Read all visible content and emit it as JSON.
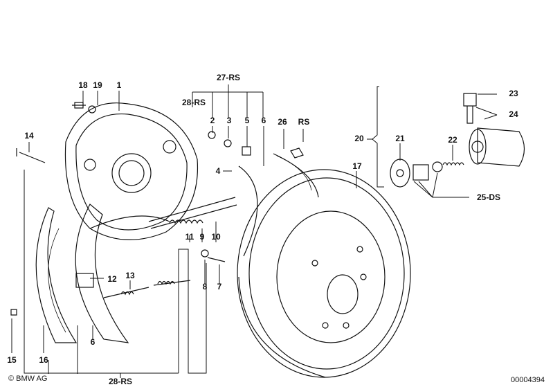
{
  "diagram": {
    "labels": {
      "l18": "18",
      "l19": "19",
      "l1": "1",
      "l27rs": "27-RS",
      "l28rs_top": "28-RS",
      "l2": "2",
      "l3": "3",
      "l5": "5",
      "l6_top": "6",
      "l26": "26",
      "lrs": "RS",
      "l23": "23",
      "l24": "24",
      "l20": "20",
      "l21": "21",
      "l22": "22",
      "l17": "17",
      "l25ds": "25-DS",
      "l14": "14",
      "l4": "4",
      "l12": "12",
      "l13": "13",
      "l11": "11",
      "l9": "9",
      "l10": "10",
      "l8": "8",
      "l7": "7",
      "l15": "15",
      "l16": "16",
      "l6_bottom": "6",
      "l28rs_bottom": "28-RS"
    },
    "copyright": "© BMW AG",
    "image_number": "00004394"
  }
}
